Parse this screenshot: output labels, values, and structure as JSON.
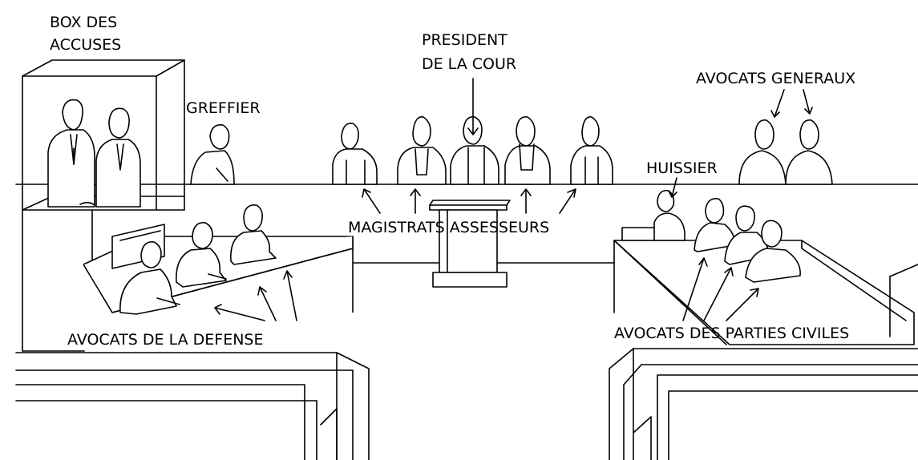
{
  "labels": {
    "box_accuses_line1": "BOX DES",
    "box_accuses_line2": "ACCUSES",
    "greffier": "GREFFIER",
    "president_line1": "PRESIDENT",
    "president_line2": "DE LA COUR",
    "avocats_generaux": "AVOCATS GENERAUX",
    "huissier": "HUISSIER",
    "magistrats_assesseurs": "MAGISTRATS ASSESSEURS",
    "avocats_defense": "AVOCATS DE LA DEFENSE",
    "avocats_parties_civiles": "AVOCATS DES PARTIES CIVILES"
  }
}
